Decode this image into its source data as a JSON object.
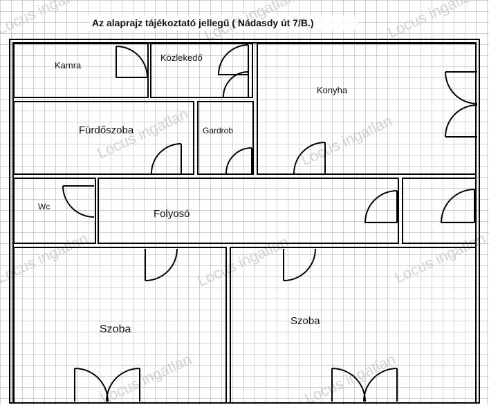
{
  "title": "Az alaprajz tájékoztató jellegű ( Nádasdy út 7/B.)",
  "watermark": "Locus ingatlan",
  "rooms": {
    "kamra": "Kamra",
    "kozlekedo": "Közlekedő",
    "konyha": "Konyha",
    "furdoszoba": "Fürdőszoba",
    "gardrob": "Gardrob",
    "wc": "Wc",
    "folyoso": "Folyosó",
    "szoba_left": "Szoba",
    "szoba_right": "Szoba"
  },
  "colors": {
    "grid": "#9a9a9a",
    "wall": "#000000",
    "watermark": "#c9c9c9"
  }
}
